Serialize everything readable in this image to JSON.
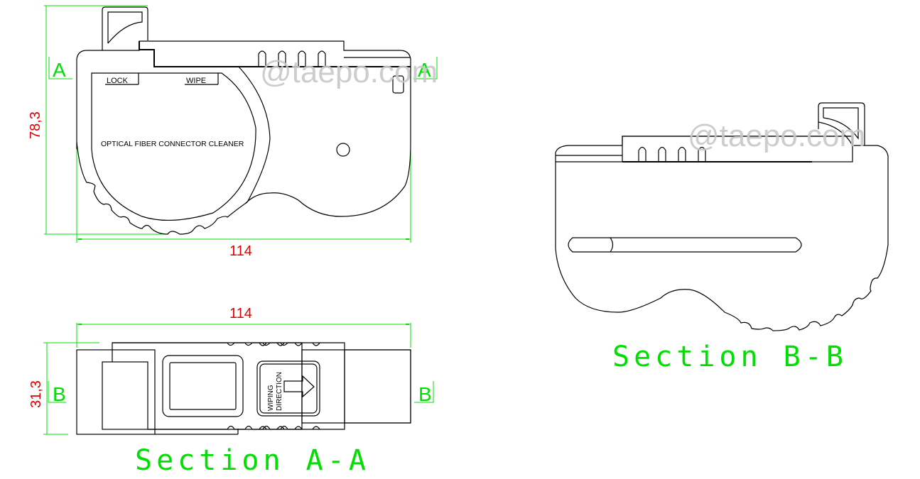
{
  "drawing": {
    "top_view": {
      "labels": {
        "lock": "LOCK",
        "wipe": "WIPE",
        "product": "OPTICAL FIBER CONNECTOR CLEANER"
      },
      "dimensions": {
        "height": "78,3",
        "width": "114"
      },
      "cut_markers": {
        "left": "A",
        "right": "A"
      }
    },
    "section_a": {
      "title": "Section A-A",
      "dimensions": {
        "width": "114",
        "height": "31,3"
      },
      "cut_markers": {
        "left": "B",
        "right": "B"
      },
      "direction_label_line1": "WIPING",
      "direction_label_line2": "DIRECTION",
      "icons": [
        "arrow-right-icon"
      ]
    },
    "section_b": {
      "title": "Section B-B"
    },
    "watermark": "@taepo.com",
    "colors": {
      "outline": "#000000",
      "dimension_line": "#00e000",
      "dimension_text": "#e00000",
      "section_title": "#00e000",
      "watermark": "#c8c8c8"
    }
  }
}
